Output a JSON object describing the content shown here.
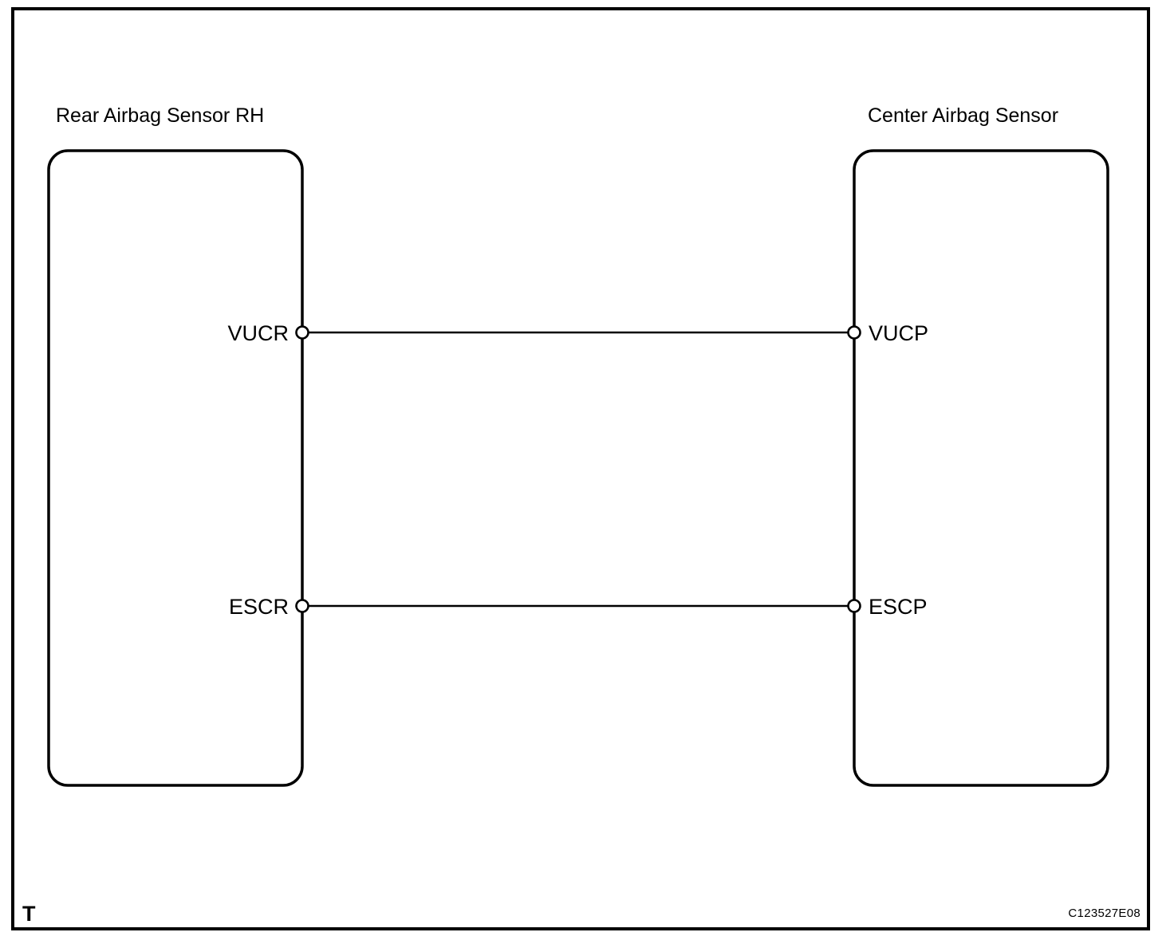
{
  "diagram": {
    "type": "wiring-schematic",
    "frame": {
      "visible": true
    },
    "components": [
      {
        "id": "rear-airbag-sensor-rh",
        "title": "Rear Airbag Sensor RH",
        "side": "left",
        "pins": [
          {
            "id": "vucr",
            "label": "VUCR"
          },
          {
            "id": "escr",
            "label": "ESCR"
          }
        ]
      },
      {
        "id": "center-airbag-sensor",
        "title": "Center Airbag Sensor",
        "side": "right",
        "pins": [
          {
            "id": "vucp",
            "label": "VUCP"
          },
          {
            "id": "escp",
            "label": "ESCP"
          }
        ]
      }
    ],
    "connections": [
      {
        "id": "wire-vucr-vucp",
        "from": "VUCR",
        "to": "VUCP"
      },
      {
        "id": "wire-escr-escp",
        "from": "ESCR",
        "to": "ESCP"
      }
    ],
    "corner_mark": "T",
    "reference_code": "C123527E08",
    "colors": {
      "line": "#000000",
      "background": "#ffffff"
    }
  }
}
